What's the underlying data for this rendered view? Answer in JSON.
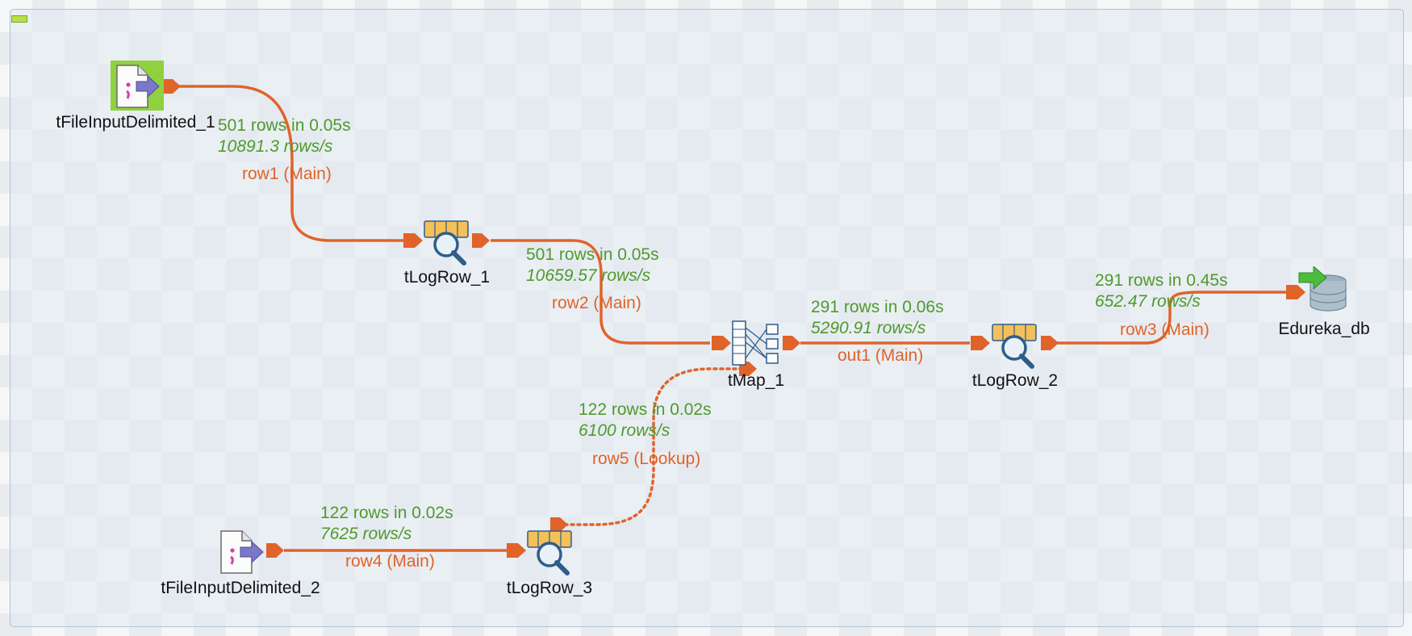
{
  "components": {
    "file1": {
      "name": "tFileInputDelimited_1",
      "icon": "file-input-icon"
    },
    "file2": {
      "name": "tFileInputDelimited_2",
      "icon": "file-input-icon"
    },
    "log1": {
      "name": "tLogRow_1",
      "icon": "log-row-icon"
    },
    "log2": {
      "name": "tLogRow_2",
      "icon": "log-row-icon"
    },
    "log3": {
      "name": "tLogRow_3",
      "icon": "log-row-icon"
    },
    "map1": {
      "name": "tMap_1",
      "icon": "map-icon"
    },
    "db": {
      "name": "Edureka_db",
      "icon": "database-output-icon"
    }
  },
  "connections": {
    "row1": {
      "stats": "501 rows in 0.05s",
      "rate": "10891.3 rows/s",
      "label": "row1 (Main)"
    },
    "row2": {
      "stats": "501 rows in 0.05s",
      "rate": "10659.57 rows/s",
      "label": "row2 (Main)"
    },
    "out1": {
      "stats": "291 rows in 0.06s",
      "rate": "5290.91 rows/s",
      "label": "out1 (Main)"
    },
    "row3": {
      "stats": "291 rows in 0.45s",
      "rate": "652.47 rows/s",
      "label": "row3 (Main)"
    },
    "row5": {
      "stats": "122 rows in 0.02s",
      "rate": "6100 rows/s",
      "label": "row5 (Lookup)"
    },
    "row4": {
      "stats": "122 rows in 0.02s",
      "rate": "7625 rows/s",
      "label": "row4 (Main)"
    }
  },
  "colors": {
    "flow": "#e0632a",
    "stats": "#4f9a2c",
    "selected": "#8fd13f"
  }
}
